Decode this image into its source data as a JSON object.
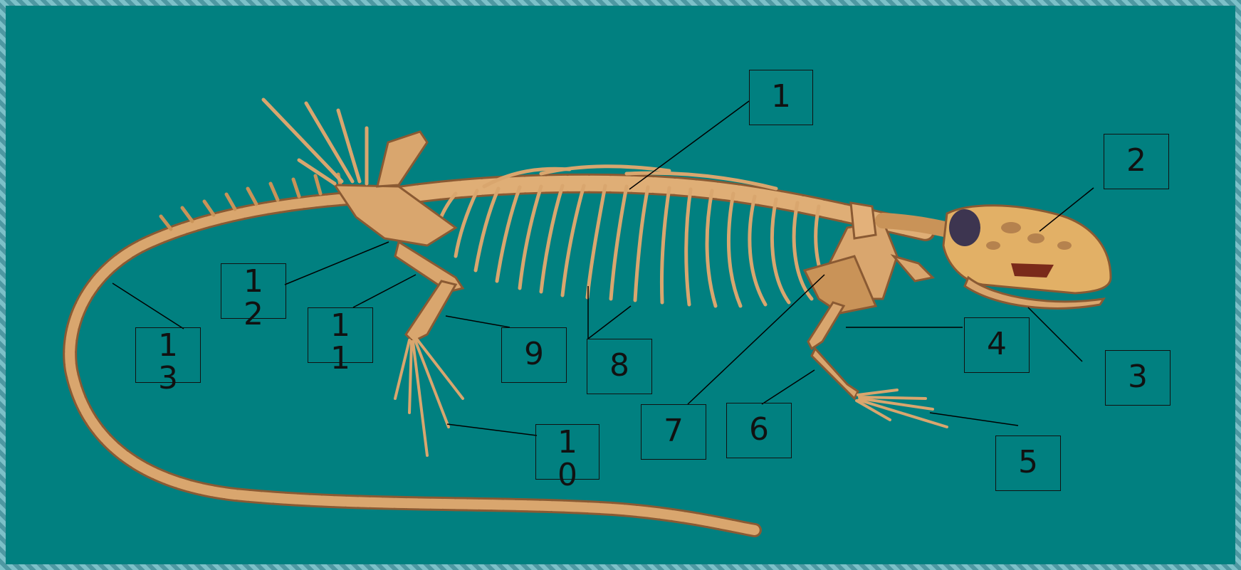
{
  "labels": [
    {
      "id": "1",
      "text": "1"
    },
    {
      "id": "2",
      "text": "2"
    },
    {
      "id": "3",
      "text": "3"
    },
    {
      "id": "4",
      "text": "4"
    },
    {
      "id": "5",
      "text": "5"
    },
    {
      "id": "6",
      "text": "6"
    },
    {
      "id": "7",
      "text": "7"
    },
    {
      "id": "8",
      "text": "8"
    },
    {
      "id": "9",
      "text": "9"
    },
    {
      "id": "10",
      "text": "1\n0"
    },
    {
      "id": "11",
      "text": "1\n1"
    },
    {
      "id": "12",
      "text": "1\n2"
    },
    {
      "id": "13",
      "text": "1\n3"
    }
  ],
  "colors": {
    "background": "#008080",
    "bone": "#d9a66e",
    "bone_dark": "#8a5a33",
    "line": "#000000"
  }
}
